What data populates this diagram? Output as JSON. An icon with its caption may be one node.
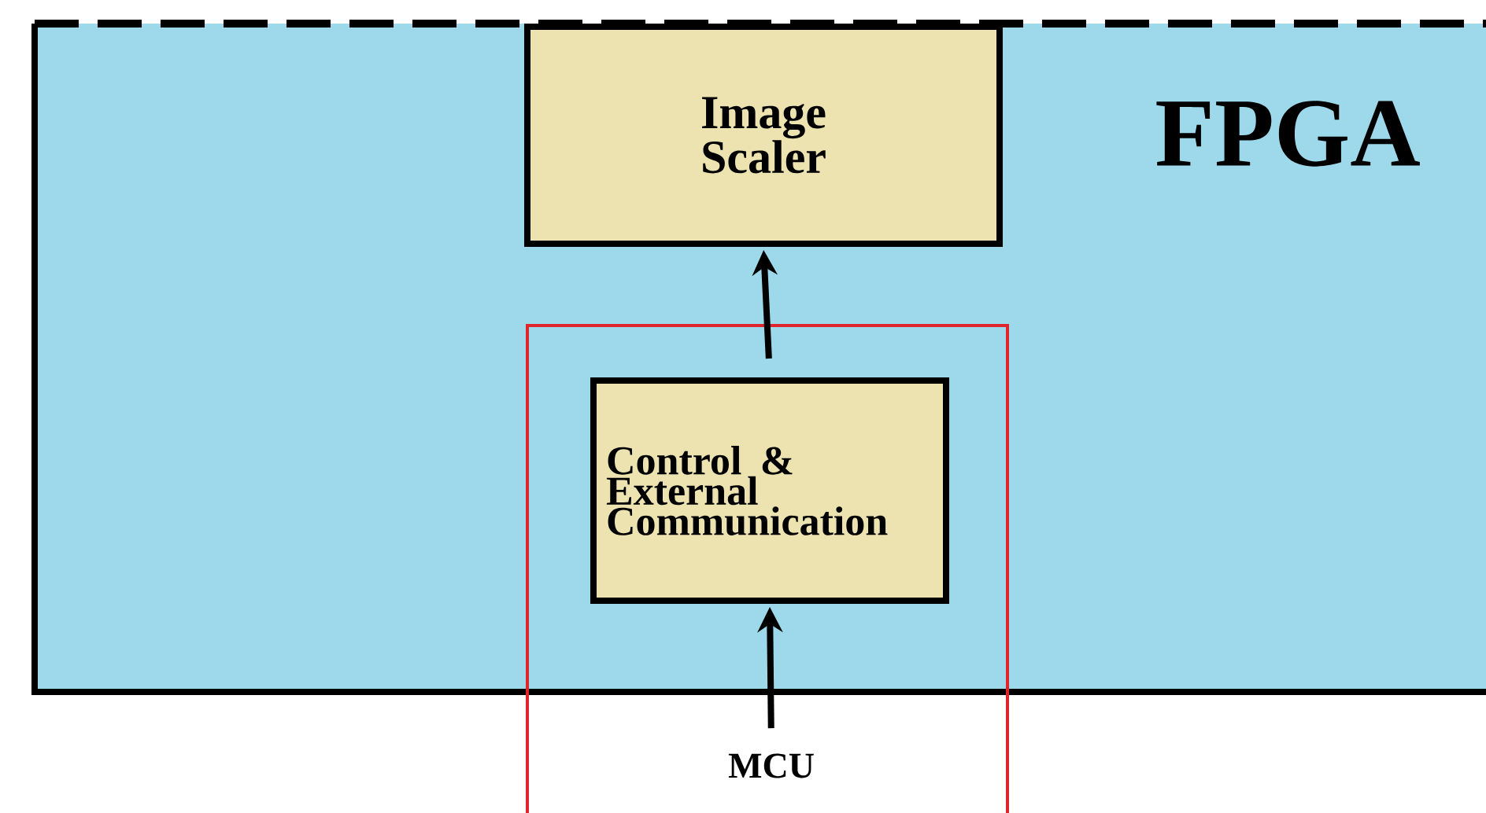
{
  "diagram": {
    "nodes": [
      {
        "text": [
          "FPGA"
        ]
      },
      {
        "text": [
          "Image Scaler"
        ],
        "in": 0
      },
      {
        "text": [],
        "shape": "box"
      },
      {
        "text": [
          "Control & External Communication"
        ]
      },
      {
        "text": [
          "MCU"
        ],
        "in": 2
      }
    ],
    "edges": [
      {
        "from": 4,
        "to": 3,
        "arrow": "to"
      },
      {
        "from": 3,
        "to": 1,
        "arrow": "to"
      }
    ]
  }
}
